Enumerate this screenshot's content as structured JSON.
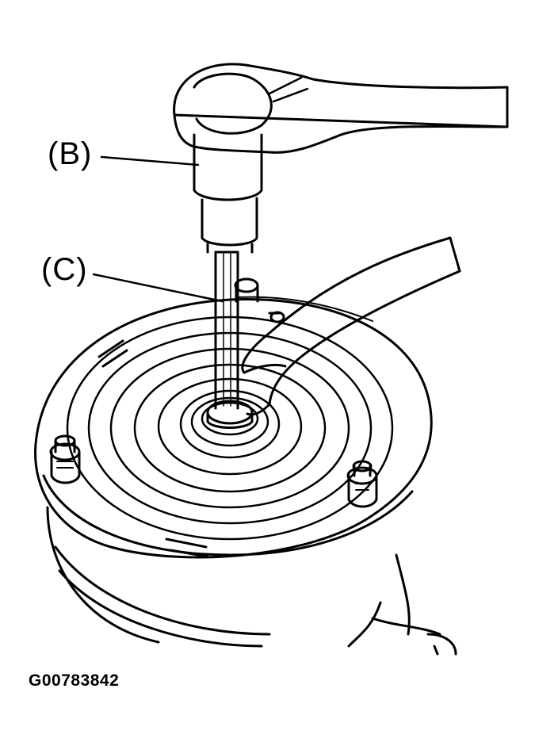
{
  "labels": {
    "callout_b": "(B)",
    "callout_c": "(C)",
    "figure_id": "G00783842"
  },
  "colors": {
    "line": "#000000",
    "background": "#ffffff"
  }
}
